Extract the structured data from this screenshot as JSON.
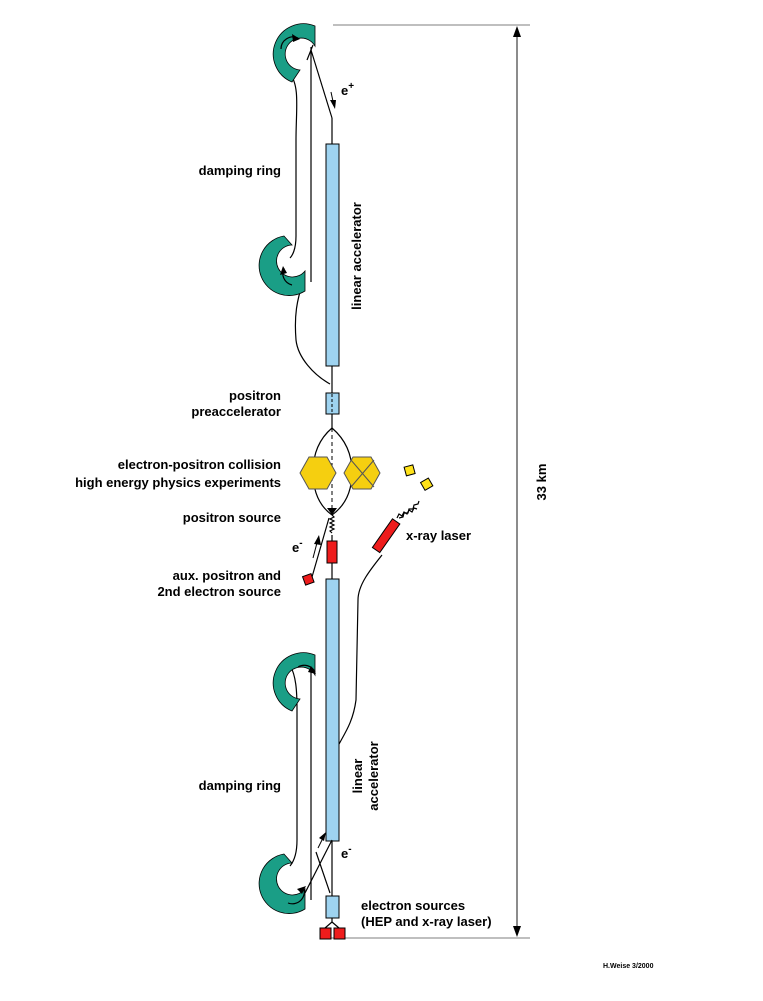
{
  "labels": {
    "damping_ring_top": "damping ring",
    "linac_top": "linear accelerator",
    "positron_pre_1": "positron",
    "positron_pre_2": "preaccelerator",
    "collision_1": "electron-positron collision",
    "collision_2": "high energy physics experiments",
    "positron_source": "positron source",
    "aux_1": "aux. positron and",
    "aux_2": "2nd electron source",
    "xray_laser": "x-ray laser",
    "damping_ring_bottom": "damping ring",
    "linac_bottom_1": "linear",
    "linac_bottom_2": "accelerator",
    "electron_sources_1": "electron sources",
    "electron_sources_2": "(HEP and x-ray laser)",
    "length": "33 km",
    "credit": "H.Weise 3/2000"
  },
  "particles": {
    "positron": "e",
    "positron_charge": "+",
    "electron": "e",
    "electron_charge": "-"
  },
  "colors": {
    "linac": "#9ed3f0",
    "ring": "#1a9e86",
    "source": "#ee1c1c",
    "laser_target": "#ffe21a",
    "detector": "#f5cf10"
  }
}
